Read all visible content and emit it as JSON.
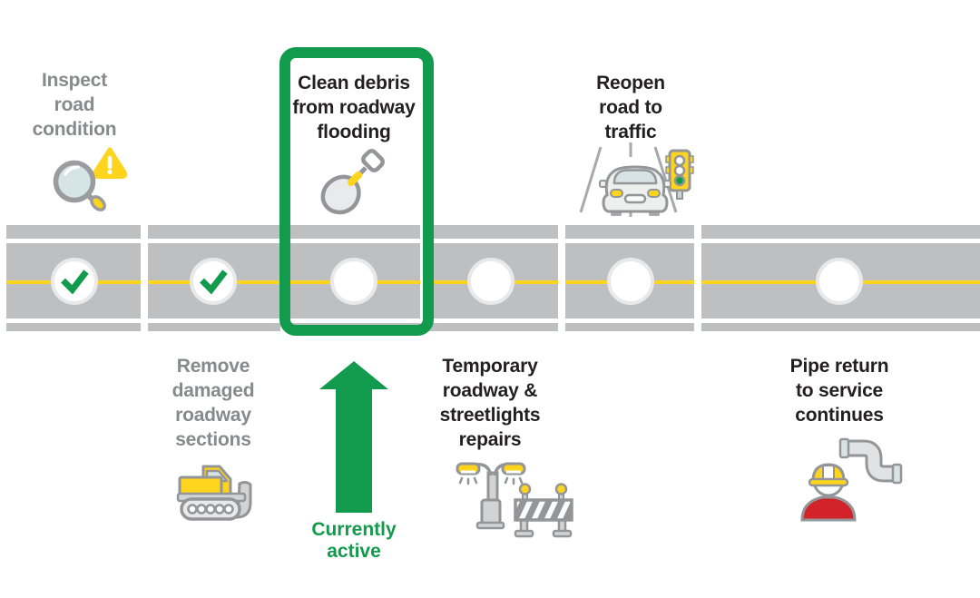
{
  "figure": {
    "type": "process-timeline",
    "completed_stage_count": 2,
    "active_stage_index": 2
  },
  "active_callout": {
    "label": "Currently active",
    "lines": [
      "Currently",
      "active"
    ]
  },
  "stages": [
    {
      "label": "Inspect road condition",
      "lines": [
        "Inspect",
        "road",
        "condition"
      ],
      "status": "complete",
      "icon": "magnifier-warning-icon",
      "label_position": "above-road"
    },
    {
      "label": "Remove damaged roadway sections",
      "lines": [
        "Remove",
        "damaged",
        "roadway",
        "sections"
      ],
      "status": "complete",
      "icon": "bulldozer-icon",
      "label_position": "below-road"
    },
    {
      "label": "Clean debris from roadway flooding",
      "lines": [
        "Clean debris",
        "from roadway",
        "flooding"
      ],
      "status": "active",
      "icon": "shovel-icon",
      "label_position": "above-road"
    },
    {
      "label": "Temporary roadway & streetlights repairs",
      "lines": [
        "Temporary",
        "roadway &",
        "streetlights",
        "repairs"
      ],
      "status": "pending",
      "icon": "streetlight-barrier-icon",
      "label_position": "below-road"
    },
    {
      "label": "Reopen road to traffic",
      "lines": [
        "Reopen",
        "road to",
        "traffic"
      ],
      "status": "pending",
      "icon": "car-traffic-light-icon",
      "label_position": "above-road"
    },
    {
      "label": "Pipe return to service continues",
      "lines": [
        "Pipe return",
        "to service",
        "continues"
      ],
      "status": "pending",
      "icon": "worker-pipe-icon",
      "label_position": "below-road"
    }
  ],
  "colors": {
    "active_green": "#129B4D",
    "road_gray": "#BDBFC1",
    "lane_yellow": "#FFD41C",
    "muted_text_gray": "#87898B",
    "dark_text": "#231F20",
    "icon_outline_gray": "#939598",
    "alert_red": "#D2232A"
  }
}
